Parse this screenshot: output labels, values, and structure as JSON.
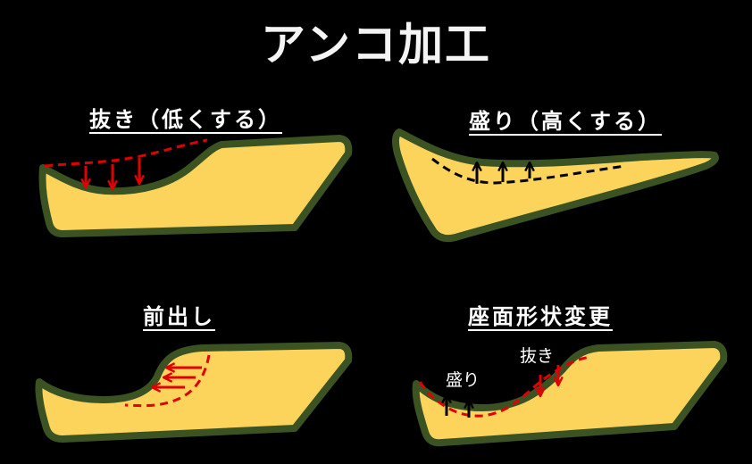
{
  "title": "アンコ加工",
  "panels": {
    "nuki": {
      "heading": "抜き（低くする）"
    },
    "mori": {
      "heading": "盛り（高くする）"
    },
    "maedashi": {
      "heading": "前出し"
    },
    "zamen": {
      "heading": "座面形状変更",
      "label_mori": "盛り",
      "label_nuki": "抜き"
    }
  },
  "colors": {
    "background": "#000000",
    "seat_fill": "#fcd45c",
    "seat_outline": "#3b5323",
    "red_line": "#e00000",
    "black_line": "#000000"
  }
}
